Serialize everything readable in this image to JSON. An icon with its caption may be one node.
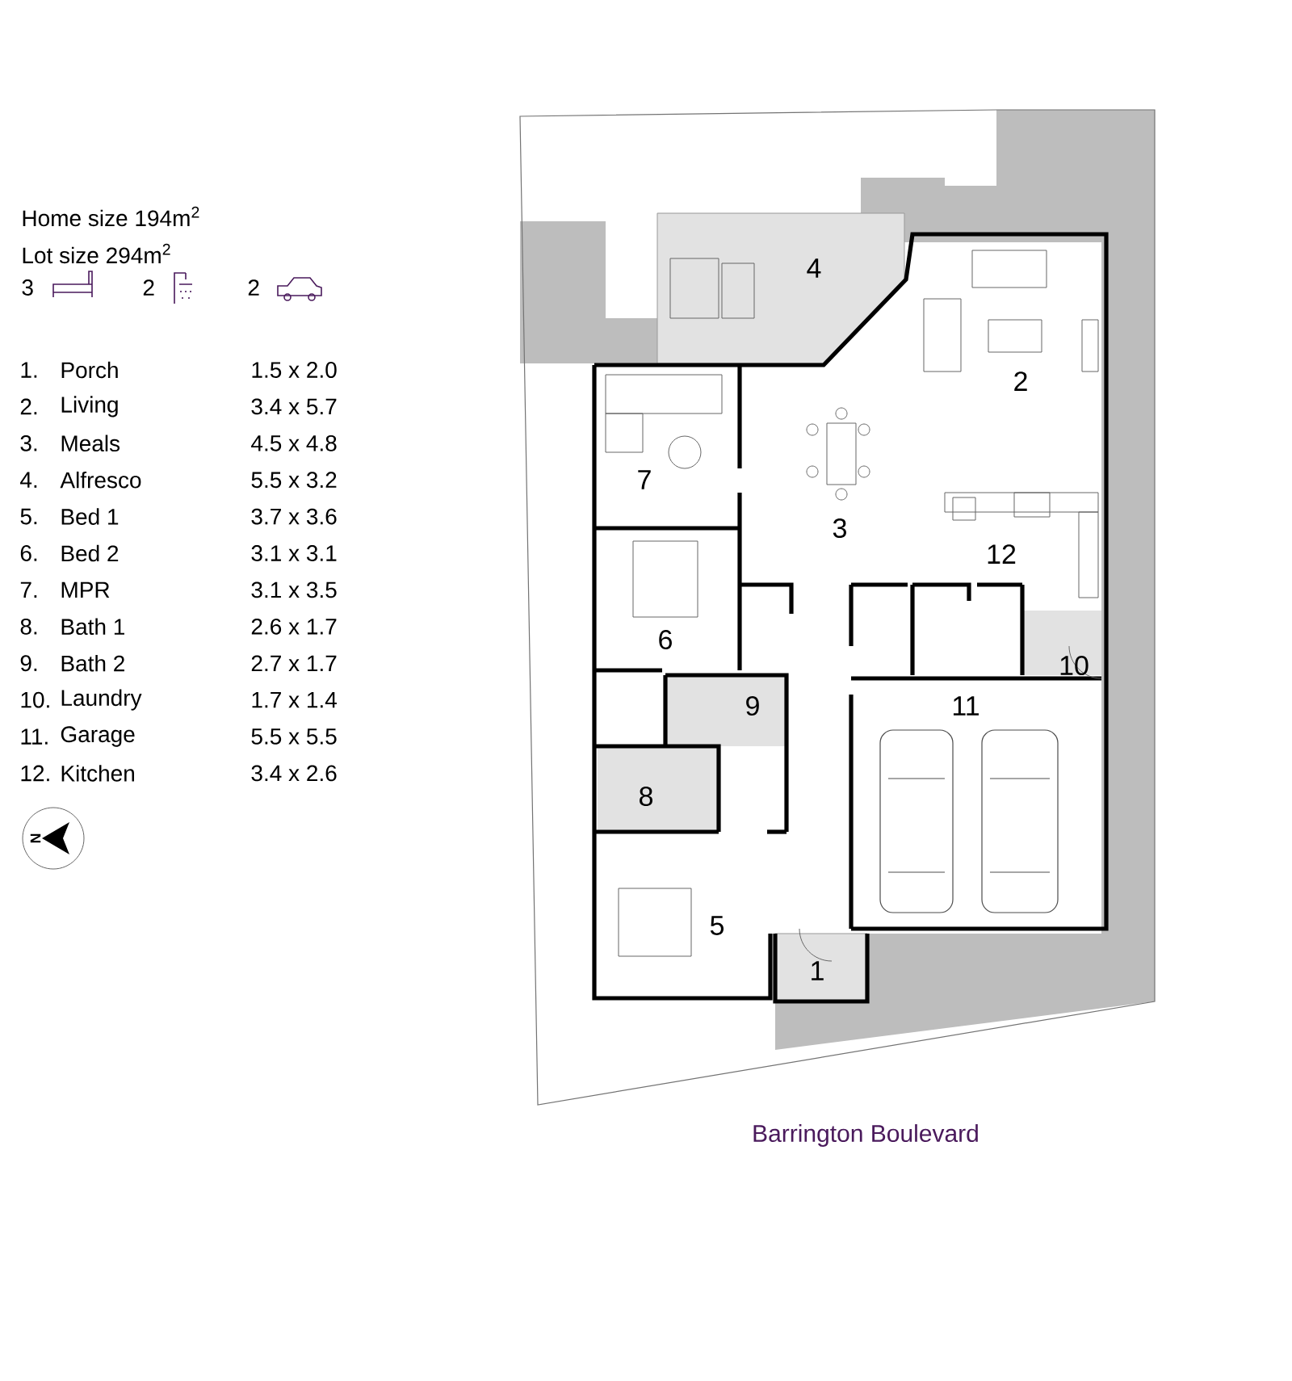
{
  "diagram": {
    "labels": [
      "Home size 194m$^{2}$",
      "Lot size 294m$^{2}$",
      "3",
      "2",
      "2",
      "1.",
      "Porch",
      "1.5 x 2.0",
      "2.",
      "Living",
      "3.4 x 5.7",
      "3.",
      "Meals",
      "4.5 x 4.8",
      "4.",
      "Alfresco",
      "5.5 x 3.2",
      "5.",
      "Bed 1",
      "3.7 x 3.6",
      "6.",
      "Bed 2",
      "3.1 x 3.1",
      "7.",
      "MPR",
      "3.1 x 3.5",
      "8.",
      "Bath 1",
      "2.6 x 1.7",
      "9.",
      "Bath 2",
      "2.7 x 1.7",
      "10.",
      "Laundry",
      "1.7 x 1.4",
      "11.",
      "Garage",
      "5.5 x 5.5",
      "12.",
      "Kitchen",
      "3.4 x 2.6",
      "N",
      "4",
      "2",
      "7",
      "3",
      "12",
      "6",
      "10",
      "9",
      "11",
      "8",
      "5",
      "1",
      "Barrington Boulevard"
    ]
  }
}
